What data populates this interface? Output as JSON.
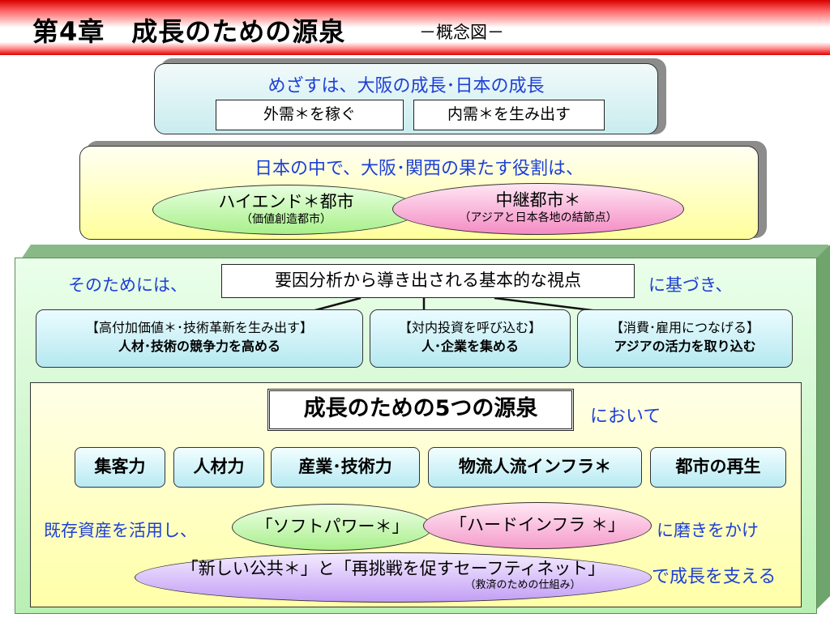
{
  "header": {
    "title": "第4章　成長のための源泉",
    "subtitle": "－概念図－"
  },
  "goal": {
    "title": "めざすは、大阪の成長･日本の成長",
    "boxes": [
      "外需＊を稼ぐ",
      "内需＊を生み出す"
    ]
  },
  "role": {
    "title": "日本の中で、大阪･関西の果たす役割は、",
    "hiend": {
      "main": "ハイエンド＊都市",
      "sub": "（価値創造都市）"
    },
    "relay": {
      "main": "中継都市＊",
      "sub": "（アジアと日本各地の結節点）"
    }
  },
  "viewpoints": {
    "lead": "そのためには、",
    "box": "要因分析から導き出される基本的な視点",
    "tail": "に基づき、",
    "items": [
      {
        "line1": "【高付加価値＊･技術革新を生み出す】",
        "line2": "人材･技術の競争力を高める"
      },
      {
        "line1": "【対内投資を呼び込む】",
        "line2": "人･企業を集める"
      },
      {
        "line1": "【消費･雇用につなげる】",
        "line2": "アジアの活力を取り込む"
      }
    ]
  },
  "sources": {
    "title": "成長のための5つの源泉",
    "tail": "において",
    "items": [
      "集客力",
      "人材力",
      "産業･技術力",
      "物流人流インフラ＊",
      "都市の再生"
    ]
  },
  "bottom": {
    "kizon": "既存資産を活用し、",
    "soft": "「ソフトパワー＊」",
    "hard": "「ハードインフラ ＊」",
    "migaki": "に磨きをかけ",
    "public_main": "「新しい公共＊」と「再挑戦を促すセーフティネット」",
    "public_sub": "（救済のための仕組み）",
    "sasaeru": "で成長を支える"
  },
  "colors": {
    "accent_blue": "#1d3fd6",
    "header_red": "#e00000"
  }
}
